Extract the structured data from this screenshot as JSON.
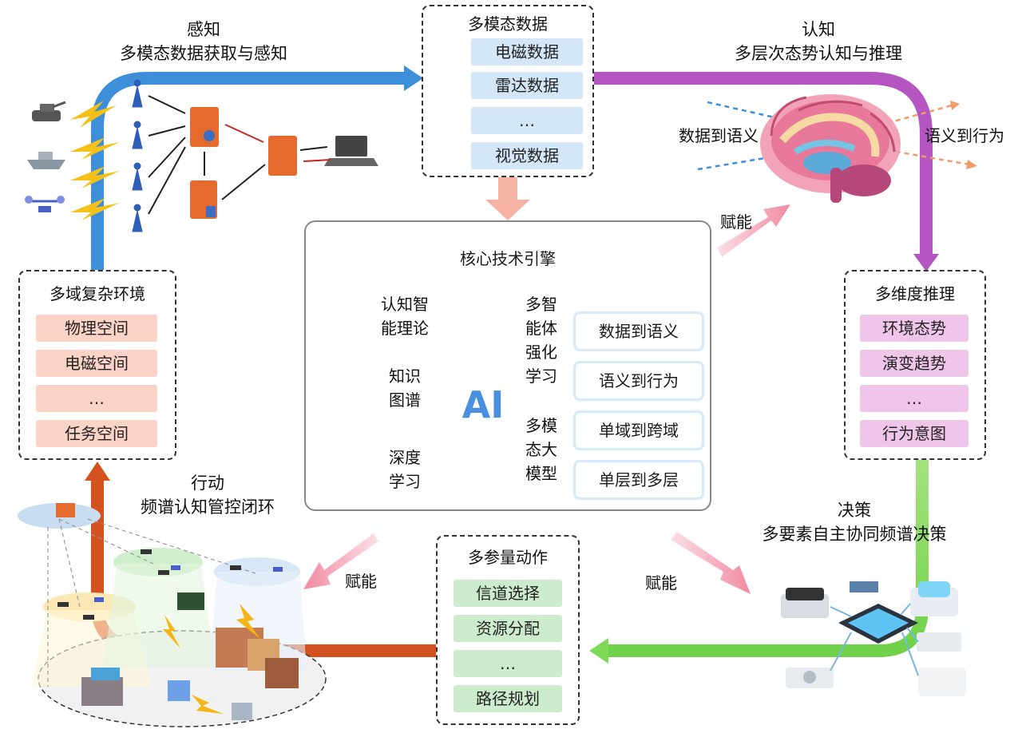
{
  "stages": {
    "perception": {
      "title": "感知",
      "subtitle": "多模态数据获取与感知"
    },
    "cognition": {
      "title": "认知",
      "subtitle": "多层次态势认知与推理"
    },
    "decision": {
      "title": "决策",
      "subtitle": "多要素自主协同频谱决策"
    },
    "action": {
      "title": "行动",
      "subtitle": "频谱认知管控闭环"
    }
  },
  "multimodal_data": {
    "title": "多模态数据",
    "items": [
      "电磁数据",
      "雷达数据",
      "…",
      "视觉数据"
    ]
  },
  "multidomain_env": {
    "title": "多域复杂环境",
    "items": [
      "物理空间",
      "电磁空间",
      "…",
      "任务空间"
    ]
  },
  "multidim_reasoning": {
    "title": "多维度推理",
    "items": [
      "环境态势",
      "演变趋势",
      "…",
      "行为意图"
    ]
  },
  "multiparam_action": {
    "title": "多参量动作",
    "items": [
      "信道选择",
      "资源分配",
      "…",
      "路径规划"
    ]
  },
  "core_engine": {
    "title": "核心技术引擎",
    "left_items": [
      {
        "icon": "brain-icon",
        "line1": "认知智",
        "line2": "能理论"
      },
      {
        "icon": "knowledge-graph-icon",
        "line1": "知识",
        "line2": "图谱"
      },
      {
        "icon": "neural-network-icon",
        "line1": "深度",
        "line2": "学习"
      }
    ],
    "marl_label": [
      "多智",
      "能体",
      "强化",
      "学习"
    ],
    "mllm_label": [
      "多模",
      "态大",
      "模型"
    ],
    "ai_label": "AI",
    "capabilities": [
      "数据到语义",
      "语义到行为",
      "单域到跨域",
      "单层到多层"
    ]
  },
  "brain_labels": {
    "left": "数据到语义",
    "right": "语义到行为"
  },
  "energize": [
    "赋能",
    "赋能",
    "赋能"
  ],
  "colors": {
    "perception_arrow": "#3d8fd9",
    "cognition_arrow": "#b455c2",
    "decision_arrow": "#7ed957",
    "action_arrow": "#d4521f"
  }
}
